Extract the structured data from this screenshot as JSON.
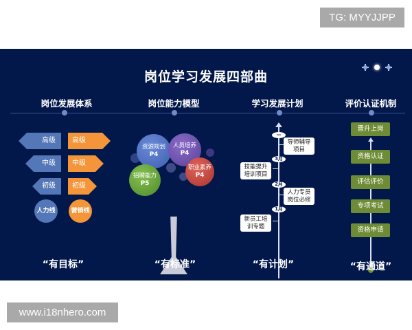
{
  "watermarks": {
    "top": "TG: MYYJJPP",
    "bottom": "www.i18nhero.com"
  },
  "title": "岗位学习发展四部曲",
  "decor_icons": [
    "sparkle-icon",
    "sparkle-icon",
    "sparkle-icon"
  ],
  "colors": {
    "background": "#02174a",
    "blue": "#5477b7",
    "orange": "#f39538",
    "green": "#6e8b35"
  },
  "sections": [
    {
      "heading": "岗位发展体系",
      "slogan": "“有目标”"
    },
    {
      "heading": "岗位能力模型",
      "slogan": "“有标准”"
    },
    {
      "heading": "学习发展计划",
      "slogan": "“有计划”"
    },
    {
      "heading": "评价认证机制",
      "slogan": "“有通道”"
    }
  ],
  "career_system": {
    "hr_levels": [
      "高级",
      "中级",
      "初级"
    ],
    "sales_levels": [
      "高级",
      "中级",
      "初级"
    ],
    "hr_line": "人力线",
    "sales_line": "营销线"
  },
  "competency_tree": [
    {
      "name": "资源规划",
      "level": "P4",
      "color": "#4a6fc0"
    },
    {
      "name": "人员培养",
      "level": "P4",
      "color": "#6a4fa8"
    },
    {
      "name": "职业素养",
      "level": "P4",
      "color": "#c0463f"
    },
    {
      "name": "招聘能力",
      "level": "P5",
      "color": "#5f9a3a"
    }
  ],
  "learning_plan": {
    "milestones": [
      "—",
      "3月",
      "2月",
      "1月"
    ],
    "items": [
      "导师辅导项目",
      "技能提升培训项目",
      "人力专员岗位必修",
      "新员工培训专题"
    ]
  },
  "certification": {
    "steps": [
      "晋升上岗",
      "资格认证",
      "评估评价",
      "专项考试",
      "资格申请"
    ]
  }
}
